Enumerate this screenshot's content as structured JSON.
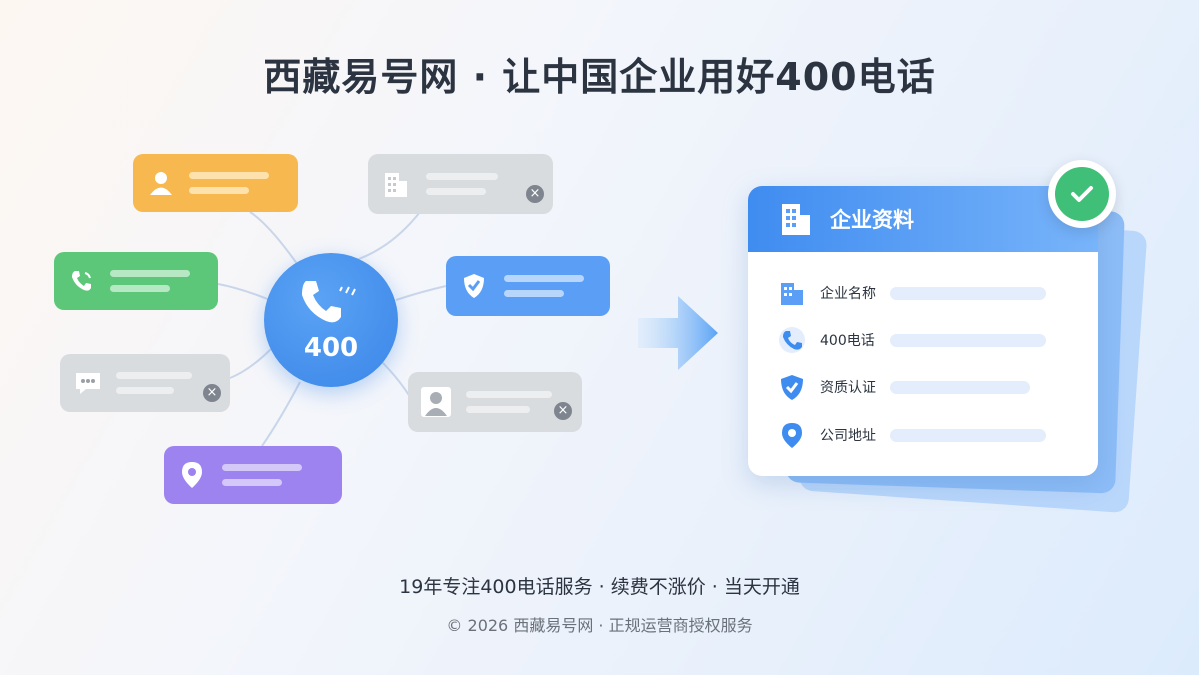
{
  "title": "西藏易号网 · 让中国企业用好400电话",
  "hub": {
    "number": "400"
  },
  "card": {
    "title": "企业资料",
    "rows": [
      {
        "label": "企业名称",
        "icon": "building-icon"
      },
      {
        "label": "400电话",
        "icon": "phone-icon"
      },
      {
        "label": "资质认证",
        "icon": "shield-icon"
      },
      {
        "label": "公司地址",
        "icon": "location-pin-icon"
      }
    ]
  },
  "chips": [
    {
      "icon": "user-icon",
      "color": "#f7b84f"
    },
    {
      "icon": "building-icon",
      "color": "#d9dcdf"
    },
    {
      "icon": "phone-icon",
      "color": "#5cc779"
    },
    {
      "icon": "shield-icon",
      "color": "#5b9ef5"
    },
    {
      "icon": "chat-icon",
      "color": "#d9dcdf"
    },
    {
      "icon": "user-photo-icon",
      "color": "#d9dcdf"
    },
    {
      "icon": "location-pin-icon",
      "color": "#9d83f0"
    }
  ],
  "footer": {
    "tagline": "19年专注400电话服务 · 续费不涨价 · 当天开通",
    "copyright": "© 2026 西藏易号网 · 正规运营商授权服务"
  }
}
